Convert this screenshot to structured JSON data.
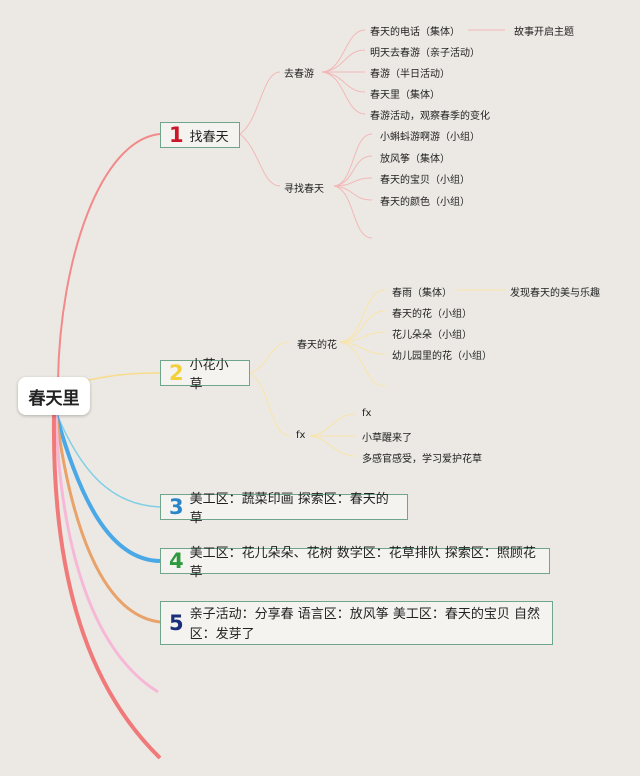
{
  "root": "春天里",
  "colors": {
    "b1": "#c8182a",
    "b2": "#f2d03a",
    "b3": "#2a86c8",
    "b4": "#2e9a3e",
    "b5": "#1a2e7a"
  },
  "branches": [
    {
      "num": "1",
      "title": "找春天",
      "groups": [
        {
          "label": "去春游",
          "items": [
            "春天的电话（集体）",
            "明天去春游（亲子活动）",
            "春游（半日活动）",
            "春天里（集体）",
            "春游活动，观察春季的变化"
          ],
          "note": "故事开启主题"
        },
        {
          "label": "寻找春天",
          "items": [
            "小蝌蚪游啊游（小组）",
            "放风筝（集体）",
            "春天的宝贝（小组）",
            "春天的颜色（小组）"
          ]
        }
      ]
    },
    {
      "num": "2",
      "title": "小花小草",
      "groups": [
        {
          "label": "春天的花",
          "items": [
            "春雨（集体）",
            "春天的花（小组）",
            "花儿朵朵（小组）",
            "幼儿园里的花（小组）"
          ],
          "note": "发现春天的美与乐趣"
        },
        {
          "label": "fx",
          "items": [
            "fx",
            "小草醒来了",
            "多感官感受，学习爱护花草"
          ]
        }
      ]
    },
    {
      "num": "3",
      "text": "美工区：蔬菜印画 探索区：春天的草"
    },
    {
      "num": "4",
      "text": "美工区：花儿朵朵、花树 数学区：花草排队 探索区：照顾花草"
    },
    {
      "num": "5",
      "text_line1": "亲子活动：分享春 语言区：放风筝 美工区：春天的宝贝 自然",
      "text_line2": "区：发芽了"
    }
  ]
}
